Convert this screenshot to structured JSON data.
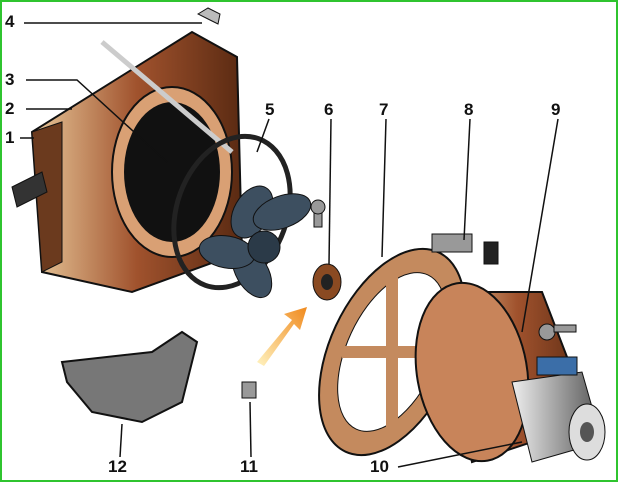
{
  "labels": [
    "1",
    "2",
    "3",
    "4",
    "5",
    "6",
    "7",
    "8",
    "9",
    "10",
    "11",
    "12"
  ],
  "colors": {
    "border": "#2fc42f",
    "copper": "#a0522d",
    "copper_light": "#e8c89a",
    "steel": "#4a5a6a",
    "fan": "#3d4f60",
    "arrow": "#f08a1e"
  }
}
